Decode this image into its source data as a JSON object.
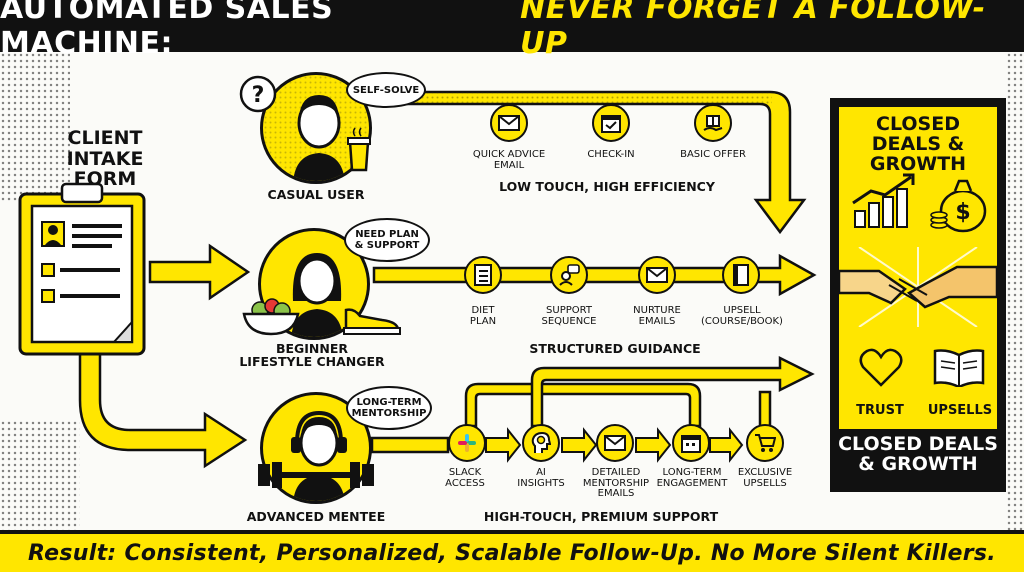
{
  "header": {
    "title_left": "Automated Sales Machine:",
    "title_right": "Never Forget a Follow-Up"
  },
  "intake": {
    "label_line1": "Client",
    "label_line2": "Intake Form"
  },
  "personas": [
    {
      "name": "Casual User",
      "bubble": "Self-Solve",
      "steps": [
        "Quick Advice Email",
        "Check-In",
        "Basic Offer"
      ],
      "step_icons": [
        "envelope-icon",
        "calendar-check-icon",
        "gift-hand-icon"
      ],
      "track_label": "Low Touch, High Efficiency"
    },
    {
      "name_line1": "Beginner",
      "name_line2": "Lifestyle Changer",
      "bubble": "Need Plan & Support",
      "steps": [
        "Diet Plan",
        "Support Sequence",
        "Nurture Emails",
        "Upsell (Course/Book)"
      ],
      "step_icons": [
        "checklist-icon",
        "chat-person-icon",
        "envelope-icon",
        "book-icon"
      ],
      "track_label": "Structured Guidance"
    },
    {
      "name": "Advanced Mentee",
      "bubble": "Long-Term Mentorship",
      "steps": [
        "Slack Access",
        "AI Insights",
        "Detailed Mentorship Emails",
        "Long-Term Engagement",
        "Exclusive Upsells"
      ],
      "step_icons": [
        "slack-icon",
        "brain-head-icon",
        "envelope-icon",
        "calendar-icon",
        "cart-icon"
      ],
      "track_label": "High-Touch, Premium Support"
    }
  ],
  "outcome_panel": {
    "title": "Closed Deals & Growth",
    "trust_label": "Trust",
    "upsells_label": "Upsells",
    "footer": "Closed Deals & Growth"
  },
  "footer": {
    "result": "Result: Consistent, Personalized, Scalable Follow-Up. No More Silent Killers."
  },
  "colors": {
    "accent": "#ffe600",
    "ink": "#111111",
    "paper": "#fbfbf8"
  }
}
